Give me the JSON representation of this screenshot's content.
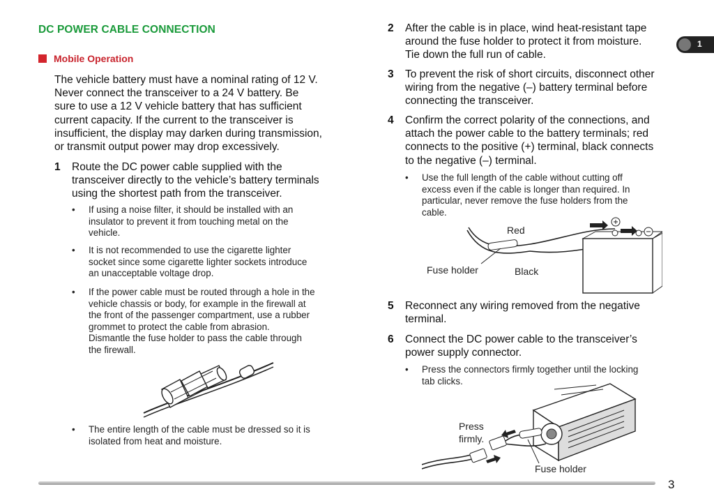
{
  "left": {
    "heading": "DC POWER CABLE CONNECTION",
    "subheading": "Mobile Operation",
    "intro": [
      "The vehicle battery must have a nominal rating of 12 V.",
      "Never connect the transceiver to a  24 V battery.  Be",
      "sure to use a 12 V vehicle battery that has sufficient",
      "current capacity.  If the current to the transceiver is",
      "insufficient, the display may darken during transmission,",
      "or transmit output power may drop excessively."
    ],
    "step1": {
      "num": "1",
      "lines": [
        "Route the DC power cable supplied with the",
        "transceiver directly to the vehicle’s battery terminals",
        "using the shortest path from the transceiver."
      ]
    },
    "bullets": [
      [
        "If using a noise filter, it should be installed with an",
        "insulator to prevent it from touching metal on the",
        "vehicle."
      ],
      [
        "It is not recommended to use the cigarette lighter",
        "socket since some cigarette lighter sockets introduce",
        "an unacceptable voltage drop."
      ],
      [
        "If the power cable must be routed through a hole in the",
        "vehicle chassis or body, for example in the firewall at",
        "the front of the passenger compartment, use a rubber",
        "grommet to protect the cable from abrasion.",
        "Dismantle the fuse holder to pass the cable through",
        "the firewall."
      ],
      [
        "The entire length of the cable must be dressed so it is",
        "isolated from heat and moisture."
      ]
    ]
  },
  "right": {
    "step2": {
      "num": "2",
      "lines": [
        "After the cable is in place, wind heat-resistant tape",
        "around the fuse holder to protect it from moisture.",
        "Tie down the full run of cable."
      ]
    },
    "step3": {
      "num": "3",
      "lines": [
        "To prevent the risk of short circuits, disconnect other",
        "wiring from the negative (–) battery terminal before",
        "connecting the transceiver."
      ]
    },
    "step4": {
      "num": "4",
      "lines": [
        "Confirm the correct polarity of the connections, and",
        "attach the power cable to the battery terminals; red",
        "connects to the positive (+) terminal, black connects",
        "to the negative (–) terminal."
      ]
    },
    "bullet4": [
      "Use the full length of the cable without cutting off",
      "excess even if the cable is longer than required.  In",
      "particular, never remove the fuse holders from the",
      "cable."
    ],
    "battery_labels": {
      "red": "Red",
      "black": "Black",
      "fuse_holder": "Fuse holder"
    },
    "step5": {
      "num": "5",
      "lines": [
        "Reconnect any wiring removed from the negative",
        "terminal."
      ]
    },
    "step6": {
      "num": "6",
      "lines": [
        "Connect the DC power cable to the transceiver’s",
        "power supply connector."
      ]
    },
    "bullet6": [
      "Press the connectors firmly together until the locking",
      "tab clicks."
    ],
    "connector_labels": {
      "press1": "Press",
      "press2": "firmly.",
      "fuse_holder": "Fuse holder"
    }
  },
  "tab_label": "1",
  "page_number": "3",
  "bullet_char": "•",
  "colors": {
    "heading": "#1a9a3a",
    "subheading": "#c8232c"
  }
}
